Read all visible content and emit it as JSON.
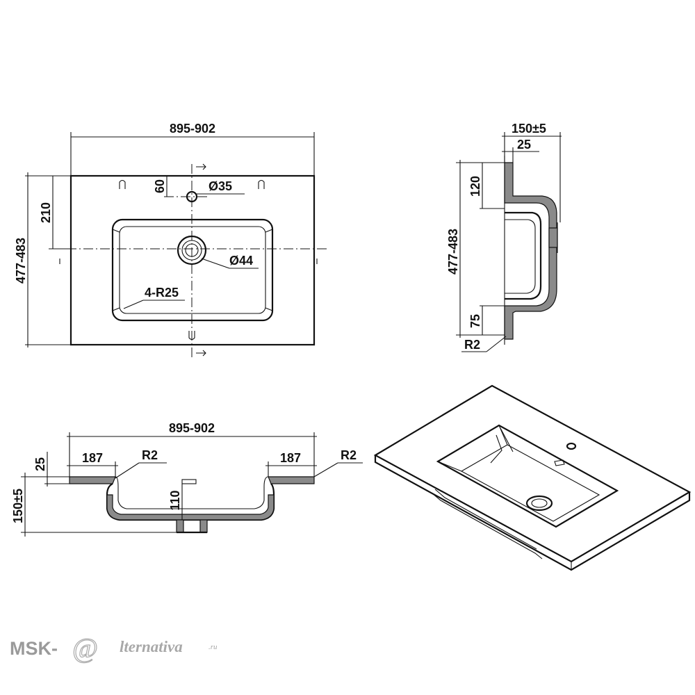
{
  "top_view": {
    "width": "895-902",
    "depth": "477-483",
    "tap_offset": "210",
    "tap_edge_offset": "60",
    "tap_hole": "Ø35",
    "drain_hole": "Ø44",
    "corner_radius": "4-R25"
  },
  "side_view": {
    "height": "150±5",
    "rim_thickness": "25",
    "back_offset": "120",
    "depth": "477-483",
    "front_offset": "75",
    "edge_radius": "R2"
  },
  "front_view": {
    "width": "895-902",
    "left_margin": "187",
    "right_margin": "187",
    "radius_left": "R2",
    "radius_right": "R2",
    "rim_thickness": "25",
    "height": "150±5",
    "bowl_depth": "110"
  },
  "watermark": {
    "prefix": "MSK-",
    "symbol": "@",
    "suffix": "lternativa",
    "domain": ".ru"
  }
}
